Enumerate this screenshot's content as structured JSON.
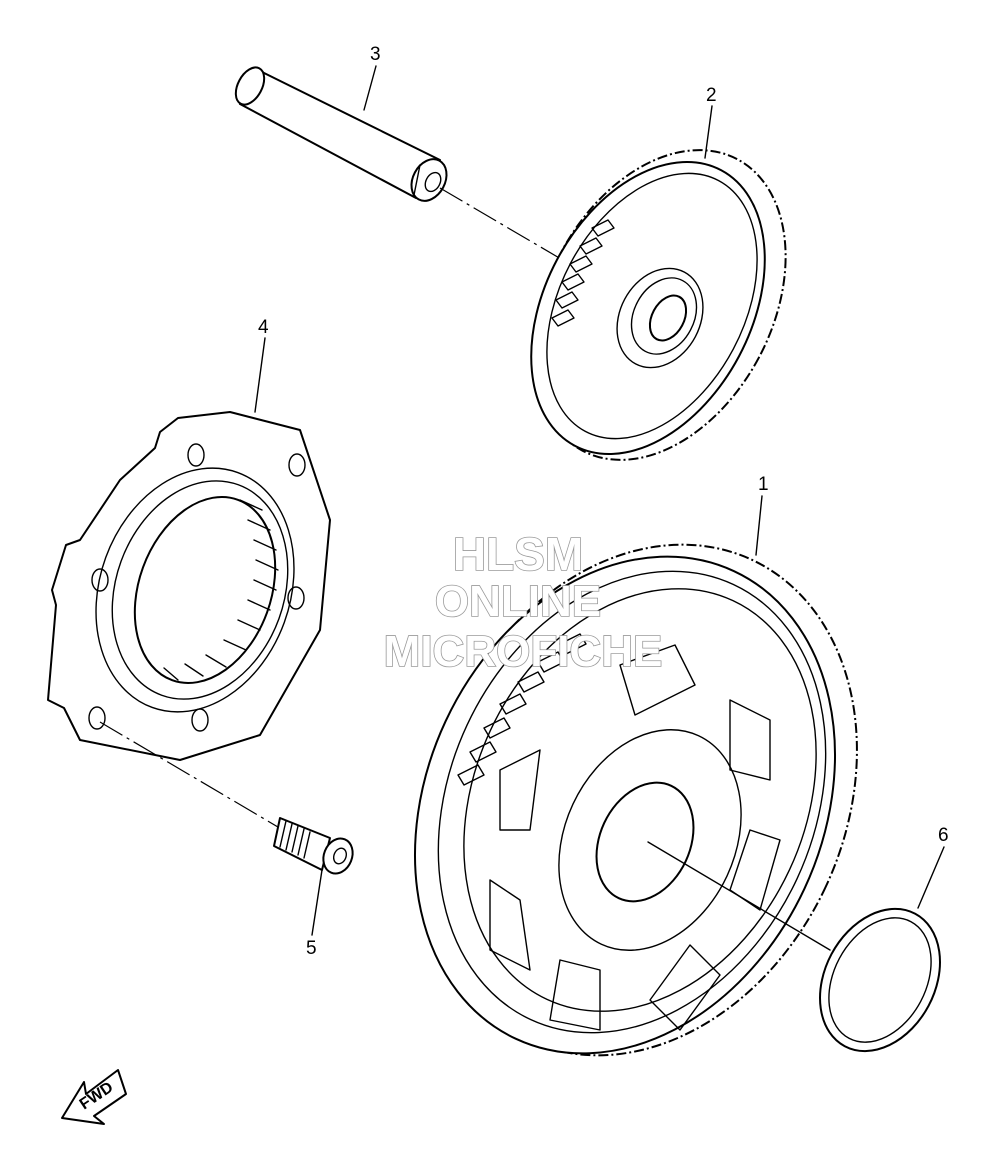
{
  "diagram": {
    "callouts": [
      {
        "id": "1",
        "label": "1"
      },
      {
        "id": "2",
        "label": "2"
      },
      {
        "id": "3",
        "label": "3"
      },
      {
        "id": "4",
        "label": "4"
      },
      {
        "id": "5",
        "label": "5"
      },
      {
        "id": "6",
        "label": "6"
      }
    ],
    "watermark": [
      "HLSM",
      "ONLINE",
      "MICROFICHE"
    ],
    "fwd_label": "FWD"
  },
  "colors": {
    "line": "#000000",
    "background": "#ffffff",
    "watermark": "#9a9a9a"
  }
}
